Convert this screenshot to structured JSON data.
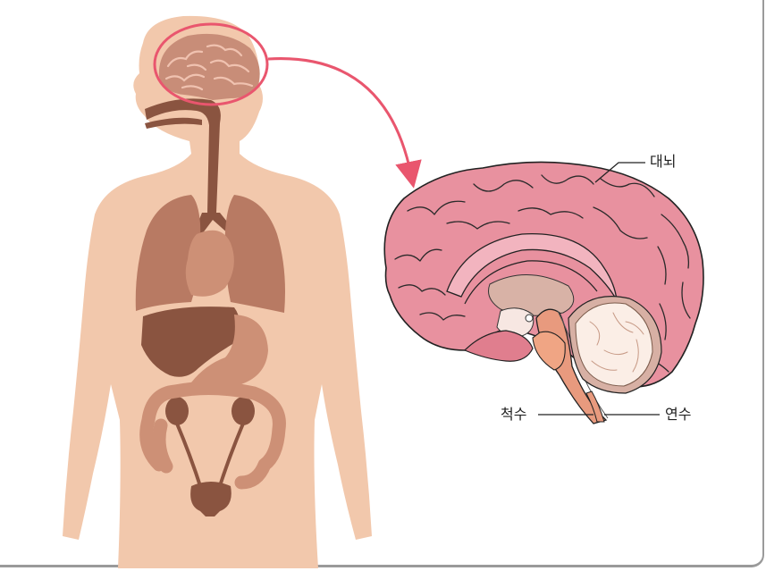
{
  "labels": {
    "cerebrum": "대뇌",
    "spinal_cord": "척수",
    "medulla": "연수"
  },
  "colors": {
    "skin": "#f2c8ac",
    "organ_dark": "#8a5440",
    "organ_mid": "#b87a63",
    "organ_light": "#cd9076",
    "brain_pink": "#e8919f",
    "brain_pink_light": "#f2b4bf",
    "highlight": "#e9566e"
  }
}
